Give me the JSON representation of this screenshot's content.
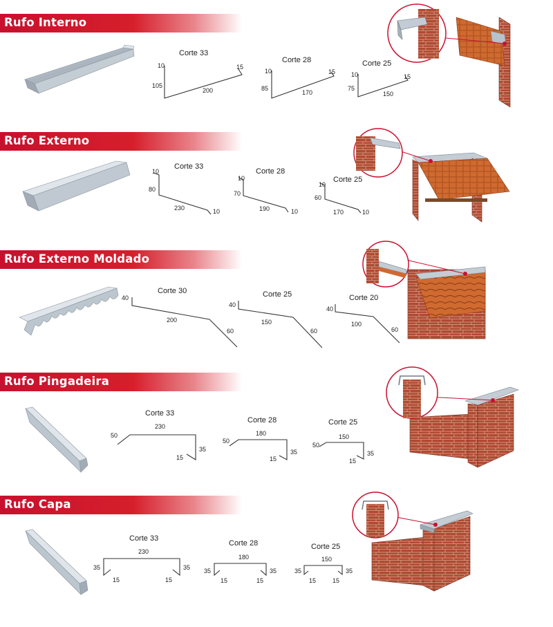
{
  "colors": {
    "banner": "#c8102e",
    "metal": "#b8c2cc",
    "brick": "#a9442f",
    "tile": "#c8642c",
    "callout": "#c8102e"
  },
  "sections": [
    {
      "title": "Rufo Interno",
      "cuts": [
        {
          "title": "Corte 33",
          "dims": [
            "10",
            "105",
            "200",
            "15"
          ]
        },
        {
          "title": "Corte 28",
          "dims": [
            "10",
            "85",
            "170",
            "15"
          ]
        },
        {
          "title": "Corte 25",
          "dims": [
            "10",
            "75",
            "150",
            "15"
          ]
        }
      ]
    },
    {
      "title": "Rufo Externo",
      "cuts": [
        {
          "title": "Corte 33",
          "dims": [
            "10",
            "80",
            "230",
            "10"
          ]
        },
        {
          "title": "Corte 28",
          "dims": [
            "10",
            "70",
            "190",
            "10"
          ]
        },
        {
          "title": "Corte 25",
          "dims": [
            "10",
            "60",
            "170",
            "10"
          ]
        }
      ]
    },
    {
      "title": "Rufo Externo Moldado",
      "cuts": [
        {
          "title": "Corte 30",
          "dims": [
            "40",
            "200",
            "60"
          ]
        },
        {
          "title": "Corte 25",
          "dims": [
            "40",
            "150",
            "60"
          ]
        },
        {
          "title": "Corte 20",
          "dims": [
            "40",
            "100",
            "60"
          ]
        }
      ]
    },
    {
      "title": "Rufo Pingadeira",
      "cuts": [
        {
          "title": "Corte 33",
          "dims": [
            "50",
            "230",
            "35",
            "15"
          ]
        },
        {
          "title": "Corte 28",
          "dims": [
            "50",
            "180",
            "35",
            "15"
          ]
        },
        {
          "title": "Corte 25",
          "dims": [
            "50",
            "150",
            "35",
            "15"
          ]
        }
      ]
    },
    {
      "title": "Rufo Capa",
      "cuts": [
        {
          "title": "Corte 33",
          "dims": [
            "230",
            "35",
            "15",
            "15",
            "35"
          ]
        },
        {
          "title": "Corte 28",
          "dims": [
            "180",
            "35",
            "15",
            "15",
            "35"
          ]
        },
        {
          "title": "Corte 25",
          "dims": [
            "150",
            "35",
            "15",
            "15",
            "35"
          ]
        }
      ]
    }
  ]
}
